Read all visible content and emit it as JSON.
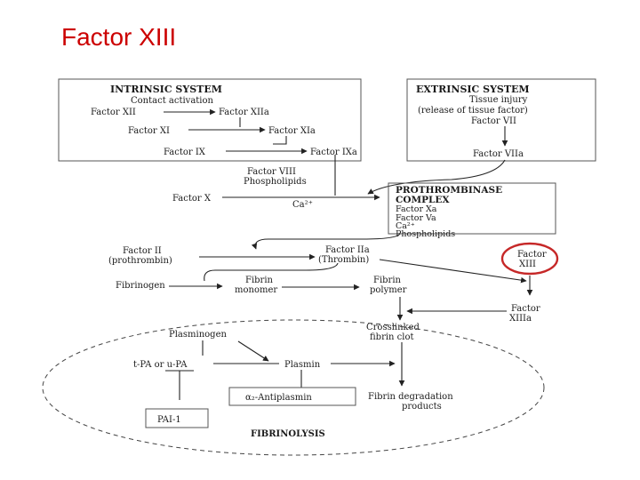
{
  "slide": {
    "title": "Factor XIII",
    "title_color": "#cc0000",
    "highlight_color": "#c62828"
  },
  "diagram": {
    "intrinsic": {
      "title": "INTRINSIC SYSTEM",
      "subtitle": "Contact activation",
      "f12": "Factor XII",
      "f12a": "Factor XIIa",
      "f11": "Factor XI",
      "f11a": "Factor XIa",
      "f9": "Factor IX",
      "f9a": "Factor IXa"
    },
    "extrinsic": {
      "title": "EXTRINSIC SYSTEM",
      "subtitle1": "Tissue injury",
      "subtitle2": "(release of tissue factor)",
      "f7": "Factor VII",
      "f7a": "Factor VIIa"
    },
    "f8_line1": "Factor VIII",
    "f8_line2": "Phospholipids",
    "factor_x": "Factor X",
    "ca": "Ca²⁺",
    "prothrombinase": {
      "title1": "PROTHROMBINASE",
      "title2": "COMPLEX",
      "items": [
        "Factor Xa",
        "Factor Va",
        "Ca²⁺",
        "Phospholipids"
      ]
    },
    "f2_line1": "Factor II",
    "f2_line2": "(prothrombin)",
    "f2a_line1": "Factor IIa",
    "f2a_line2": "(Thrombin)",
    "f13_line1": "Factor",
    "f13_line2": "XIII",
    "fibrinogen": "Fibrinogen",
    "fibrin_monomer_1": "Fibrin",
    "fibrin_monomer_2": "monomer",
    "fibrin_polymer_1": "Fibrin",
    "fibrin_polymer_2": "polymer",
    "f13a_line1": "Factor",
    "f13a_line2": "XIIIa",
    "crosslinked_1": "Crosslinked",
    "crosslinked_2": "fibrin clot",
    "plasminogen": "Plasminogen",
    "tpa": "t-PA or u-PA",
    "plasmin": "Plasmin",
    "antiplasmin": "α₂-Antiplasmin",
    "fdp_1": "Fibrin degradation",
    "fdp_2": "products",
    "pai": "PAI-1",
    "fibrinolysis": "FIBRINOLYSIS"
  }
}
